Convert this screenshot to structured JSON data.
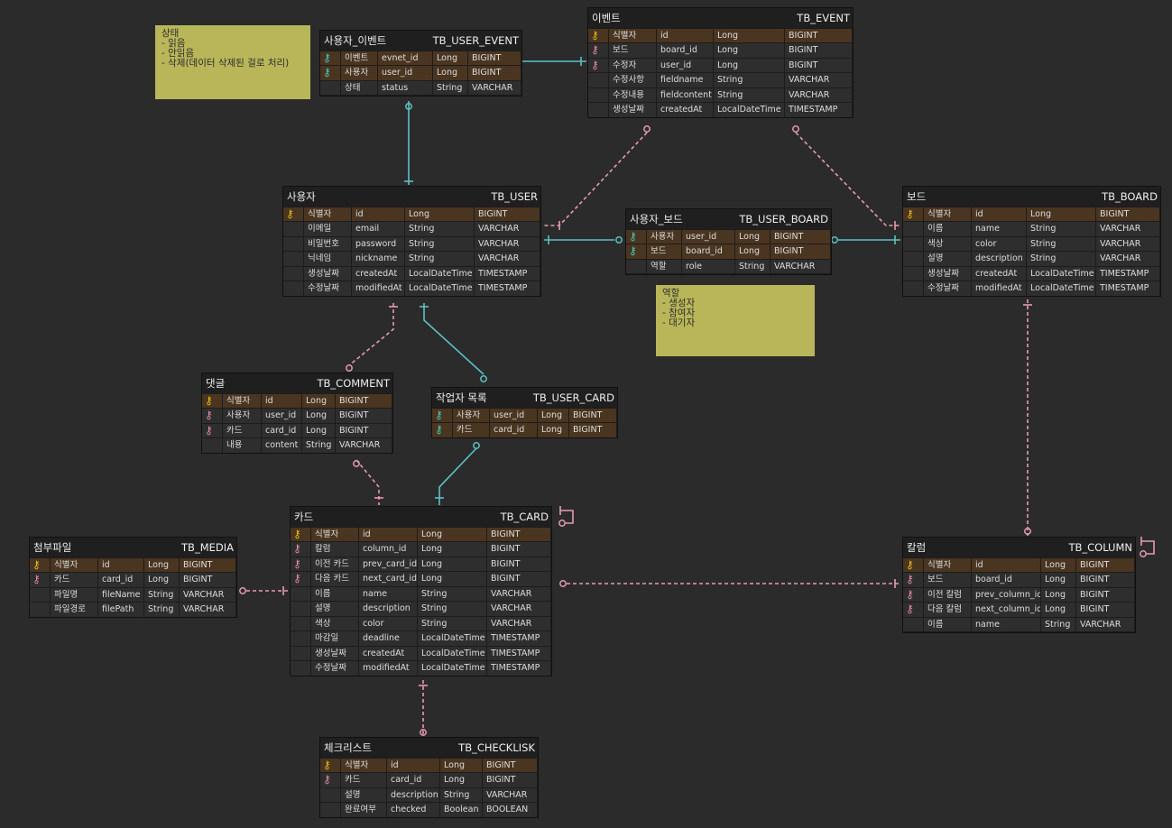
{
  "colors": {
    "background": "#2b2b2b",
    "pk_row": "#4a3520",
    "fk_link_pink": "#e79bb0",
    "link_teal": "#5bc2c6",
    "note": "#b9b65a"
  },
  "entities": [
    {
      "id": "user_event",
      "title": "사용자_이벤트",
      "table": "TB_USER_EVENT",
      "rows": [
        {
          "icon": "key-teal",
          "label": "이벤트",
          "field": "evnet_id",
          "type": "Long",
          "db": "BIGINT",
          "hl": "pk"
        },
        {
          "icon": "key-teal",
          "label": "사용자",
          "field": "user_id",
          "type": "Long",
          "db": "BIGINT",
          "hl": "pk"
        },
        {
          "icon": "",
          "label": "상태",
          "field": "status",
          "type": "String",
          "db": "VARCHAR",
          "hl": ""
        }
      ]
    },
    {
      "id": "event",
      "title": "이벤트",
      "table": "TB_EVENT",
      "rows": [
        {
          "icon": "key-gold",
          "label": "식별자",
          "field": "id",
          "type": "Long",
          "db": "BIGINT",
          "hl": "pk"
        },
        {
          "icon": "key-pink",
          "label": "보드",
          "field": "board_id",
          "type": "Long",
          "db": "BIGINT",
          "hl": ""
        },
        {
          "icon": "key-pink",
          "label": "수정자",
          "field": "user_id",
          "type": "Long",
          "db": "BIGINT",
          "hl": ""
        },
        {
          "icon": "",
          "label": "수정사항",
          "field": "fieldname",
          "type": "String",
          "db": "VARCHAR",
          "hl": ""
        },
        {
          "icon": "",
          "label": "수정내용",
          "field": "fieldcontent",
          "type": "String",
          "db": "VARCHAR",
          "hl": ""
        },
        {
          "icon": "",
          "label": "생성날짜",
          "field": "createdAt",
          "type": "LocalDateTime",
          "db": "TIMESTAMP",
          "hl": ""
        }
      ]
    },
    {
      "id": "user",
      "title": "사용자",
      "table": "TB_USER",
      "rows": [
        {
          "icon": "key-gold",
          "label": "식별자",
          "field": "id",
          "type": "Long",
          "db": "BIGINT",
          "hl": "pk"
        },
        {
          "icon": "",
          "label": "이메일",
          "field": "email",
          "type": "String",
          "db": "VARCHAR",
          "hl": ""
        },
        {
          "icon": "",
          "label": "비밀번호",
          "field": "password",
          "type": "String",
          "db": "VARCHAR",
          "hl": ""
        },
        {
          "icon": "",
          "label": "닉네임",
          "field": "nickname",
          "type": "String",
          "db": "VARCHAR",
          "hl": ""
        },
        {
          "icon": "",
          "label": "생성날짜",
          "field": "createdAt",
          "type": "LocalDateTime",
          "db": "TIMESTAMP",
          "hl": ""
        },
        {
          "icon": "",
          "label": "수정날짜",
          "field": "modifiedAt",
          "type": "LocalDateTime",
          "db": "TIMESTAMP",
          "hl": ""
        }
      ]
    },
    {
      "id": "user_board",
      "title": "사용자_보드",
      "table": "TB_USER_BOARD",
      "rows": [
        {
          "icon": "key-teal",
          "label": "사용자",
          "field": "user_id",
          "type": "Long",
          "db": "BIGINT",
          "hl": "pk"
        },
        {
          "icon": "key-teal",
          "label": "보드",
          "field": "board_id",
          "type": "Long",
          "db": "BIGINT",
          "hl": "pk"
        },
        {
          "icon": "",
          "label": "역할",
          "field": "role",
          "type": "String",
          "db": "VARCHAR",
          "hl": ""
        }
      ]
    },
    {
      "id": "board",
      "title": "보드",
      "table": "TB_BOARD",
      "rows": [
        {
          "icon": "key-gold",
          "label": "식별자",
          "field": "id",
          "type": "Long",
          "db": "BIGINT",
          "hl": "pk"
        },
        {
          "icon": "",
          "label": "이름",
          "field": "name",
          "type": "String",
          "db": "VARCHAR",
          "hl": ""
        },
        {
          "icon": "",
          "label": "색상",
          "field": "color",
          "type": "String",
          "db": "VARCHAR",
          "hl": ""
        },
        {
          "icon": "",
          "label": "설명",
          "field": "description",
          "type": "String",
          "db": "VARCHAR",
          "hl": ""
        },
        {
          "icon": "",
          "label": "생성날짜",
          "field": "createdAt",
          "type": "LocalDateTime",
          "db": "TIMESTAMP",
          "hl": ""
        },
        {
          "icon": "",
          "label": "수정날짜",
          "field": "modifiedAt",
          "type": "LocalDateTime",
          "db": "TIMESTAMP",
          "hl": ""
        }
      ]
    },
    {
      "id": "comment",
      "title": "댓글",
      "table": "TB_COMMENT",
      "rows": [
        {
          "icon": "key-gold",
          "label": "식별자",
          "field": "id",
          "type": "Long",
          "db": "BIGINT",
          "hl": "pk"
        },
        {
          "icon": "key-pink",
          "label": "사용자",
          "field": "user_id",
          "type": "Long",
          "db": "BIGINT",
          "hl": ""
        },
        {
          "icon": "key-pink",
          "label": "카드",
          "field": "card_id",
          "type": "Long",
          "db": "BIGINT",
          "hl": ""
        },
        {
          "icon": "",
          "label": "내용",
          "field": "content",
          "type": "String",
          "db": "VARCHAR",
          "hl": ""
        }
      ]
    },
    {
      "id": "user_card",
      "title": "작업자 목록",
      "table": "TB_USER_CARD",
      "rows": [
        {
          "icon": "key-teal",
          "label": "사용자",
          "field": "user_id",
          "type": "Long",
          "db": "BIGINT",
          "hl": "pk"
        },
        {
          "icon": "key-teal",
          "label": "카드",
          "field": "card_id",
          "type": "Long",
          "db": "BIGINT",
          "hl": "pk"
        }
      ]
    },
    {
      "id": "card",
      "title": "카드",
      "table": "TB_CARD",
      "rows": [
        {
          "icon": "key-gold",
          "label": "식별자",
          "field": "id",
          "type": "Long",
          "db": "BIGINT",
          "hl": "pk"
        },
        {
          "icon": "key-pink",
          "label": "칼럼",
          "field": "column_id",
          "type": "Long",
          "db": "BIGINT",
          "hl": ""
        },
        {
          "icon": "key-pink",
          "label": "이전 카드",
          "field": "prev_card_id",
          "type": "Long",
          "db": "BIGINT",
          "hl": ""
        },
        {
          "icon": "key-pink",
          "label": "다음 카드",
          "field": "next_card_id",
          "type": "Long",
          "db": "BIGINT",
          "hl": ""
        },
        {
          "icon": "",
          "label": "이름",
          "field": "name",
          "type": "String",
          "db": "VARCHAR",
          "hl": ""
        },
        {
          "icon": "",
          "label": "설명",
          "field": "description",
          "type": "String",
          "db": "VARCHAR",
          "hl": ""
        },
        {
          "icon": "",
          "label": "색상",
          "field": "color",
          "type": "String",
          "db": "VARCHAR",
          "hl": ""
        },
        {
          "icon": "",
          "label": "마감일",
          "field": "deadline",
          "type": "LocalDateTime",
          "db": "TIMESTAMP",
          "hl": ""
        },
        {
          "icon": "",
          "label": "생성날짜",
          "field": "createdAt",
          "type": "LocalDateTime",
          "db": "TIMESTAMP",
          "hl": ""
        },
        {
          "icon": "",
          "label": "수정날짜",
          "field": "modifiedAt",
          "type": "LocalDateTime",
          "db": "TIMESTAMP",
          "hl": ""
        }
      ]
    },
    {
      "id": "media",
      "title": "첨부파일",
      "table": "TB_MEDIA",
      "rows": [
        {
          "icon": "key-gold",
          "label": "식별자",
          "field": "id",
          "type": "Long",
          "db": "BIGINT",
          "hl": "pk"
        },
        {
          "icon": "key-pink",
          "label": "카드",
          "field": "card_id",
          "type": "Long",
          "db": "BIGINT",
          "hl": ""
        },
        {
          "icon": "",
          "label": "파일명",
          "field": "fileName",
          "type": "String",
          "db": "VARCHAR",
          "hl": ""
        },
        {
          "icon": "",
          "label": "파일경로",
          "field": "filePath",
          "type": "String",
          "db": "VARCHAR",
          "hl": ""
        }
      ]
    },
    {
      "id": "column",
      "title": "칼럼",
      "table": "TB_COLUMN",
      "rows": [
        {
          "icon": "key-gold",
          "label": "식별자",
          "field": "id",
          "type": "Long",
          "db": "BIGINT",
          "hl": "pk"
        },
        {
          "icon": "key-pink",
          "label": "보드",
          "field": "board_id",
          "type": "Long",
          "db": "BIGINT",
          "hl": ""
        },
        {
          "icon": "key-pink",
          "label": "이전 칼럼",
          "field": "prev_column_id",
          "type": "Long",
          "db": "BIGINT",
          "hl": ""
        },
        {
          "icon": "key-pink",
          "label": "다음 칼럼",
          "field": "next_column_id",
          "type": "Long",
          "db": "BIGINT",
          "hl": ""
        },
        {
          "icon": "",
          "label": "이름",
          "field": "name",
          "type": "String",
          "db": "VARCHAR",
          "hl": ""
        }
      ]
    },
    {
      "id": "checklist",
      "title": "체크리스트",
      "table": "TB_CHECKLISK",
      "rows": [
        {
          "icon": "key-gold",
          "label": "식별자",
          "field": "id",
          "type": "Long",
          "db": "BIGINT",
          "hl": "pk"
        },
        {
          "icon": "key-pink",
          "label": "카드",
          "field": "card_id",
          "type": "Long",
          "db": "BIGINT",
          "hl": ""
        },
        {
          "icon": "",
          "label": "설명",
          "field": "description",
          "type": "String",
          "db": "VARCHAR",
          "hl": ""
        },
        {
          "icon": "",
          "label": "완료여부",
          "field": "checked",
          "type": "Boolean",
          "db": "BOOLEAN",
          "hl": ""
        }
      ]
    }
  ],
  "notes": [
    {
      "id": "status",
      "text": "상태\n- 읽음\n- 안읽음\n- 삭제(데이터 삭제된 걸로 처리)"
    },
    {
      "id": "role",
      "text": "역할\n- 생성자\n- 참여자\n- 대기자"
    }
  ]
}
